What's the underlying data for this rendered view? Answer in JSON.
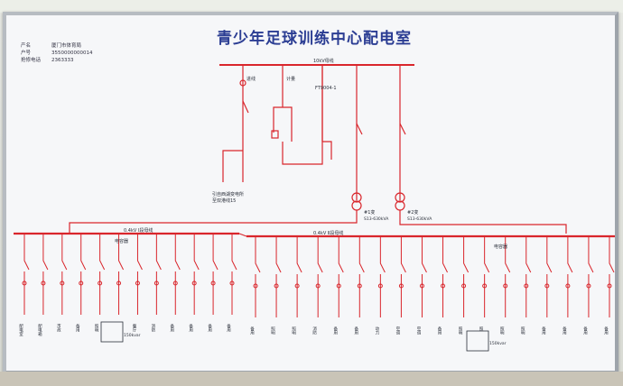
{
  "title": "青少年足球训练中心配电室",
  "info": {
    "rows": [
      {
        "key": "产名",
        "value": "厦门市体育局"
      },
      {
        "key": "户号",
        "value": "3550000000014"
      },
      {
        "key": "抢修电话",
        "value": "2363333"
      }
    ]
  },
  "labels": {
    "hv_bus": "10kV母线",
    "left_bus": "0.4kV Ⅰ段母线",
    "right_bus": "0.4kV Ⅱ段母线",
    "feeder_note": "引自西湖变电所",
    "feeder_note2": "至双港线15",
    "inc1": "进线",
    "inc2": "计量",
    "pt": "FT9004-1",
    "tr1": "S13-630kVA",
    "tr2": "S13-630kVA",
    "tr1_name": "#1变",
    "tr2_name": "#2变",
    "cap1": "150kvar",
    "cap2": "150kvar",
    "cap_label": "电容器"
  },
  "colors": {
    "line": "#d9262c",
    "text": "#2a2f3a",
    "title": "#2b3d93"
  },
  "left_feeders": [
    "配电室",
    "配电箱",
    "市政",
    "备用",
    "照明",
    "厕所",
    "餐厅",
    "消防",
    "备用",
    "备用",
    "备用",
    "备用"
  ],
  "right_feeders": [
    "备用",
    "照明",
    "照明",
    "消防",
    "备用",
    "备用",
    "动力",
    "空调",
    "空调",
    "备用",
    "照明",
    "照明",
    "照明",
    "照明",
    "备用",
    "备用",
    "备用",
    "备用"
  ]
}
